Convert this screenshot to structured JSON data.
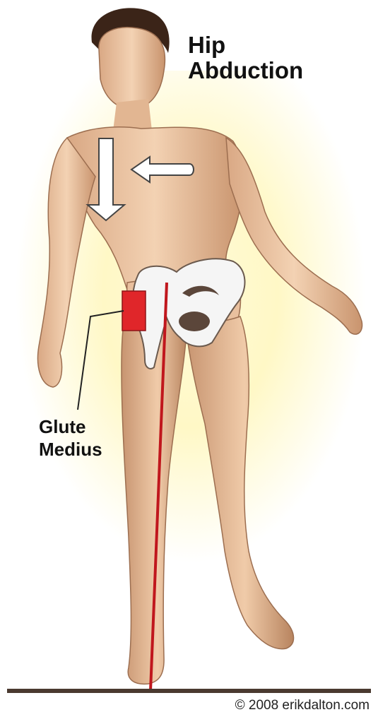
{
  "title": {
    "line1": "Hip",
    "line2": "Abduction"
  },
  "muscle_label": {
    "line1": "Glute",
    "line2": "Medius"
  },
  "copyright": "© 2008 erikdalton.com",
  "colors": {
    "background": "#ffffff",
    "glow": "#fff8c6",
    "skin": "#efc8a4",
    "skin_shadow": "#b98a66",
    "bone": "#f7f7f7",
    "muscle_highlight": "#e0262a",
    "plumb_line": "#c0171d",
    "ground": "#4a3a30"
  },
  "arrows": [
    {
      "name": "downward-arrow",
      "direction": "down"
    },
    {
      "name": "leftward-arrow",
      "direction": "left"
    }
  ]
}
